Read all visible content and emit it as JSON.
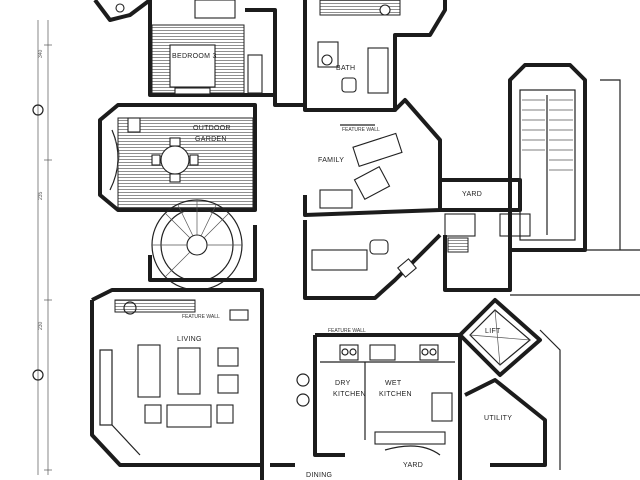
{
  "rooms": {
    "bedroom": "BEDROOM 3",
    "bath": "BATH",
    "outdoor_garden_1": "OUTDOOR",
    "outdoor_garden_2": "GARDEN",
    "family": "FAMILY",
    "yard_upper": "YARD",
    "living": "LIVING",
    "lift": "LIFT",
    "dry_kitchen_1": "DRY",
    "dry_kitchen_2": "KITCHEN",
    "wet_kitchen_1": "WET",
    "wet_kitchen_2": "KITCHEN",
    "utility": "UTILITY",
    "yard_lower": "YARD",
    "dining": "DINING"
  },
  "annotations": {
    "feature_wall_upper": "FEATURE WALL",
    "feature_wall_living": "FEATURE WALL",
    "feature_wall_kitchen": "FEATURE WALL"
  },
  "dimensions": {
    "left_1": "340",
    "left_2": "235",
    "left_3": "230"
  },
  "colors": {
    "ink": "#1c1c1c",
    "paper": "#ffffff"
  }
}
